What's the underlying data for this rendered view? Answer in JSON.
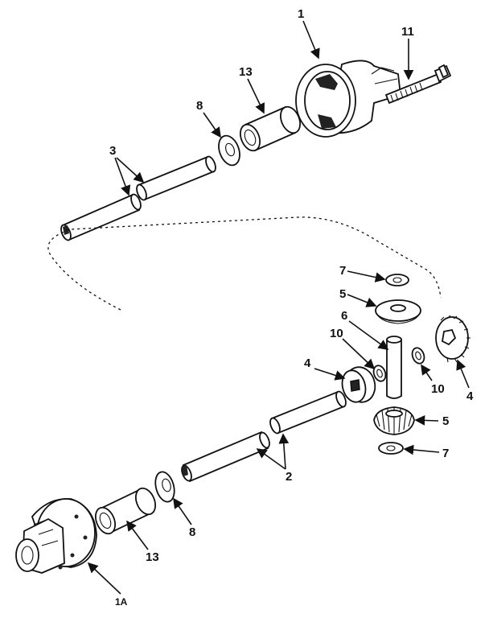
{
  "diagram": {
    "callouts": {
      "c1": "1",
      "c11": "11",
      "c13_top": "13",
      "c8_top": "8",
      "c3": "3",
      "c7_top": "7",
      "c5_top": "5",
      "c6": "6",
      "c10_left": "10",
      "c4_left": "4",
      "c10_right": "10",
      "c4_right": "4",
      "c5_bottom": "5",
      "c7_bottom": "7",
      "c2": "2",
      "c8_bottom": "8",
      "c13_bottom": "13",
      "c1a": "1A"
    }
  }
}
